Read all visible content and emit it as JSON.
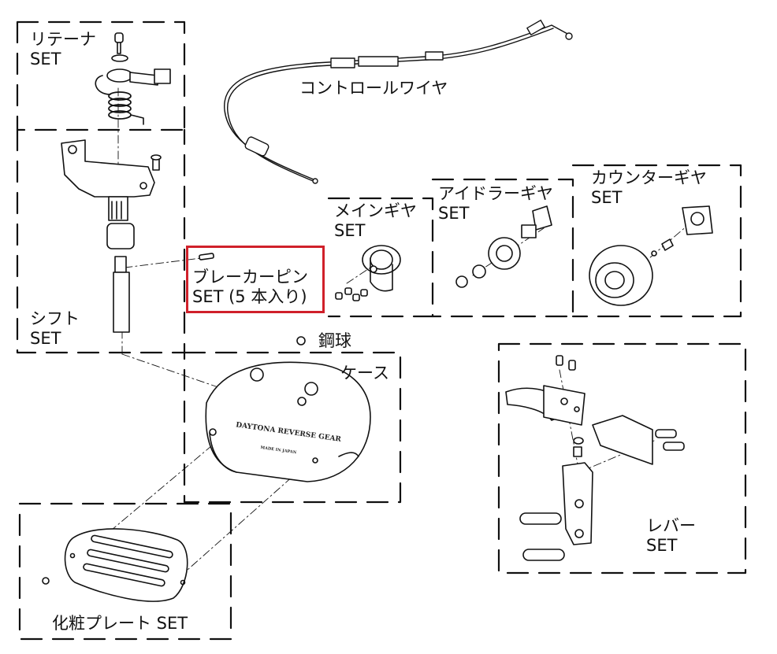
{
  "labels": {
    "retainer": [
      "リテーナ",
      "SET"
    ],
    "control_wire": "コントロールワイヤ",
    "main_gear": [
      "メインギヤ",
      "SET"
    ],
    "idler_gear": [
      "アイドラーギヤ",
      "SET"
    ],
    "counter_gear": [
      "カウンターギヤ",
      "SET"
    ],
    "breaker_pin": [
      "ブレーカーピン",
      "SET (5 本入り)"
    ],
    "shift": [
      "シフト",
      "SET"
    ],
    "steel_ball": "鋼球",
    "case": "ケース",
    "lever": [
      "レバー",
      "SET"
    ],
    "cosmetic_plate": "化粧プレート SET"
  },
  "case_stamp": {
    "brand": "DAYTONA REVERSE GEAR",
    "origin": "MADE IN JAPAN"
  },
  "highlight": {
    "target": "breaker_pin",
    "color": "#d0202a"
  }
}
